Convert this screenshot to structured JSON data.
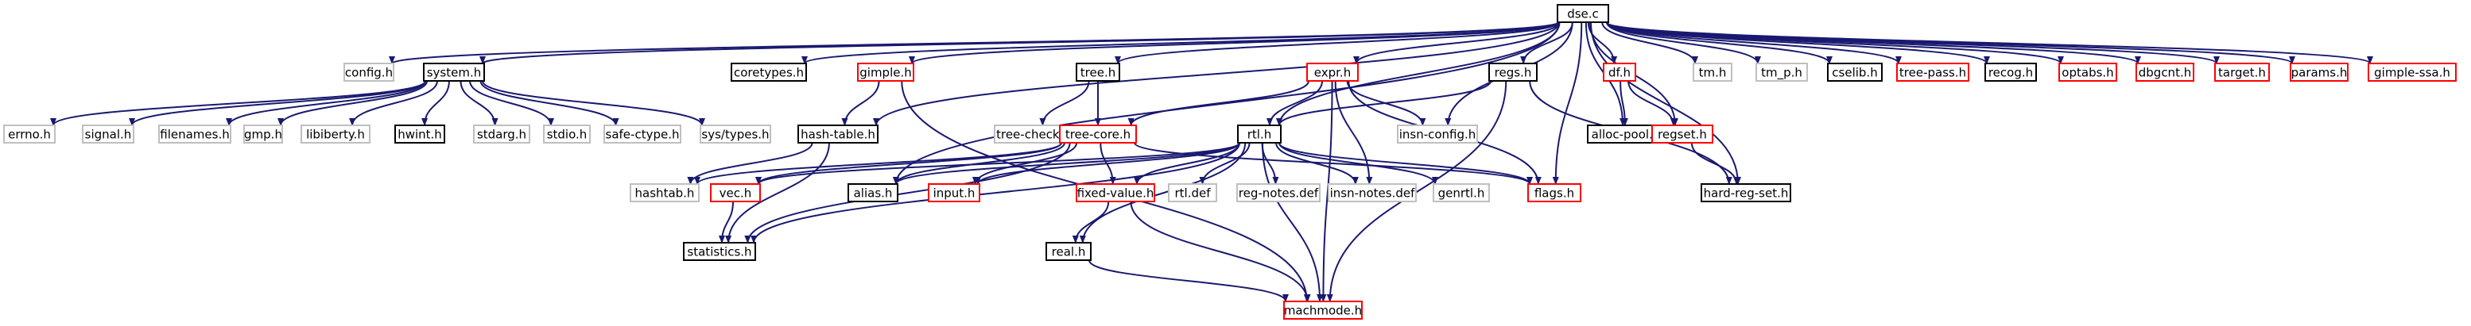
{
  "diagram": {
    "colors": {
      "root_fill": "#bfbfbf",
      "edge": "#191970",
      "border_black": "#000000",
      "border_red": "#ff0000",
      "border_gray": "#bfbfbf"
    },
    "nodes": [
      {
        "id": "dse",
        "label": "dse.c",
        "style": "root"
      },
      {
        "id": "config",
        "label": "config.h",
        "style": "gray"
      },
      {
        "id": "system",
        "label": "system.h",
        "style": "black"
      },
      {
        "id": "coretypes",
        "label": "coretypes.h",
        "style": "black"
      },
      {
        "id": "gimple",
        "label": "gimple.h",
        "style": "red"
      },
      {
        "id": "tree",
        "label": "tree.h",
        "style": "black"
      },
      {
        "id": "expr",
        "label": "expr.h",
        "style": "red"
      },
      {
        "id": "regs",
        "label": "regs.h",
        "style": "black"
      },
      {
        "id": "df",
        "label": "df.h",
        "style": "red"
      },
      {
        "id": "tmh",
        "label": "tm.h",
        "style": "gray"
      },
      {
        "id": "tmp",
        "label": "tm_p.h",
        "style": "gray"
      },
      {
        "id": "cselib",
        "label": "cselib.h",
        "style": "black"
      },
      {
        "id": "treepass",
        "label": "tree-pass.h",
        "style": "red"
      },
      {
        "id": "recog",
        "label": "recog.h",
        "style": "black"
      },
      {
        "id": "optabs",
        "label": "optabs.h",
        "style": "red"
      },
      {
        "id": "dbgcnt",
        "label": "dbgcnt.h",
        "style": "red"
      },
      {
        "id": "target",
        "label": "target.h",
        "style": "red"
      },
      {
        "id": "params",
        "label": "params.h",
        "style": "red"
      },
      {
        "id": "gimplessa",
        "label": "gimple-ssa.h",
        "style": "red"
      },
      {
        "id": "errno",
        "label": "errno.h",
        "style": "gray"
      },
      {
        "id": "signal",
        "label": "signal.h",
        "style": "gray"
      },
      {
        "id": "filenames",
        "label": "filenames.h",
        "style": "gray"
      },
      {
        "id": "gmp",
        "label": "gmp.h",
        "style": "gray"
      },
      {
        "id": "libiberty",
        "label": "libiberty.h",
        "style": "gray"
      },
      {
        "id": "hwint",
        "label": "hwint.h",
        "style": "black"
      },
      {
        "id": "stdarg",
        "label": "stdarg.h",
        "style": "gray"
      },
      {
        "id": "stdio",
        "label": "stdio.h",
        "style": "gray"
      },
      {
        "id": "safectype",
        "label": "safe-ctype.h",
        "style": "gray"
      },
      {
        "id": "systypes",
        "label": "sys/types.h",
        "style": "gray"
      },
      {
        "id": "hashtable",
        "label": "hash-table.h",
        "style": "black"
      },
      {
        "id": "treecheck",
        "label": "tree-check.h",
        "style": "gray"
      },
      {
        "id": "treecore",
        "label": "tree-core.h",
        "style": "red"
      },
      {
        "id": "rtl",
        "label": "rtl.h",
        "style": "black"
      },
      {
        "id": "insnconfig",
        "label": "insn-config.h",
        "style": "gray"
      },
      {
        "id": "allocpool",
        "label": "alloc-pool.h",
        "style": "black"
      },
      {
        "id": "regset",
        "label": "regset.h",
        "style": "red"
      },
      {
        "id": "hashtab",
        "label": "hashtab.h",
        "style": "gray"
      },
      {
        "id": "vec",
        "label": "vec.h",
        "style": "red"
      },
      {
        "id": "alias",
        "label": "alias.h",
        "style": "black"
      },
      {
        "id": "input",
        "label": "input.h",
        "style": "red"
      },
      {
        "id": "fixedvalue",
        "label": "fixed-value.h",
        "style": "red"
      },
      {
        "id": "rtldef",
        "label": "rtl.def",
        "style": "gray"
      },
      {
        "id": "regnotes",
        "label": "reg-notes.def",
        "style": "gray"
      },
      {
        "id": "insnnotes",
        "label": "insn-notes.def",
        "style": "gray"
      },
      {
        "id": "genrtl",
        "label": "genrtl.h",
        "style": "gray"
      },
      {
        "id": "flags",
        "label": "flags.h",
        "style": "red"
      },
      {
        "id": "hardregset",
        "label": "hard-reg-set.h",
        "style": "black"
      },
      {
        "id": "statistics",
        "label": "statistics.h",
        "style": "black"
      },
      {
        "id": "real",
        "label": "real.h",
        "style": "black"
      },
      {
        "id": "machmode",
        "label": "machmode.h",
        "style": "red"
      }
    ],
    "edges": [
      [
        "dse",
        "config"
      ],
      [
        "dse",
        "system"
      ],
      [
        "dse",
        "coretypes"
      ],
      [
        "dse",
        "gimple"
      ],
      [
        "dse",
        "tree"
      ],
      [
        "dse",
        "expr"
      ],
      [
        "dse",
        "regs"
      ],
      [
        "dse",
        "df"
      ],
      [
        "dse",
        "tmh"
      ],
      [
        "dse",
        "tmp"
      ],
      [
        "dse",
        "cselib"
      ],
      [
        "dse",
        "treepass"
      ],
      [
        "dse",
        "recog"
      ],
      [
        "dse",
        "optabs"
      ],
      [
        "dse",
        "dbgcnt"
      ],
      [
        "dse",
        "target"
      ],
      [
        "dse",
        "params"
      ],
      [
        "dse",
        "gimplessa"
      ],
      [
        "dse",
        "hashtable"
      ],
      [
        "dse",
        "rtl"
      ],
      [
        "dse",
        "alias"
      ],
      [
        "dse",
        "insnconfig"
      ],
      [
        "dse",
        "flags"
      ],
      [
        "dse",
        "allocpool"
      ],
      [
        "dse",
        "regset"
      ],
      [
        "dse",
        "hardregset"
      ],
      [
        "system",
        "errno"
      ],
      [
        "system",
        "signal"
      ],
      [
        "system",
        "filenames"
      ],
      [
        "system",
        "gmp"
      ],
      [
        "system",
        "libiberty"
      ],
      [
        "system",
        "hwint"
      ],
      [
        "system",
        "stdarg"
      ],
      [
        "system",
        "stdio"
      ],
      [
        "system",
        "safectype"
      ],
      [
        "system",
        "systypes"
      ],
      [
        "gimple",
        "hashtable"
      ],
      [
        "gimple",
        "machmode"
      ],
      [
        "tree",
        "treecheck"
      ],
      [
        "tree",
        "treecore"
      ],
      [
        "hashtable",
        "hashtab"
      ],
      [
        "hashtable",
        "statistics"
      ],
      [
        "treecore",
        "hashtab"
      ],
      [
        "treecore",
        "vec"
      ],
      [
        "treecore",
        "alias"
      ],
      [
        "treecore",
        "input"
      ],
      [
        "treecore",
        "fixedvalue"
      ],
      [
        "treecore",
        "flags"
      ],
      [
        "treecore",
        "statistics"
      ],
      [
        "expr",
        "rtl"
      ],
      [
        "expr",
        "treecore"
      ],
      [
        "expr",
        "insnconfig"
      ],
      [
        "expr",
        "flags"
      ],
      [
        "expr",
        "insnnotes"
      ],
      [
        "expr",
        "machmode"
      ],
      [
        "regs",
        "rtl"
      ],
      [
        "regs",
        "hardregset"
      ],
      [
        "regs",
        "machmode"
      ],
      [
        "rtl",
        "vec"
      ],
      [
        "rtl",
        "alias"
      ],
      [
        "rtl",
        "input"
      ],
      [
        "rtl",
        "fixedvalue"
      ],
      [
        "rtl",
        "rtldef"
      ],
      [
        "rtl",
        "regnotes"
      ],
      [
        "rtl",
        "insnnotes"
      ],
      [
        "rtl",
        "genrtl"
      ],
      [
        "rtl",
        "flags"
      ],
      [
        "rtl",
        "real"
      ],
      [
        "rtl",
        "statistics"
      ],
      [
        "rtl",
        "machmode"
      ],
      [
        "df",
        "allocpool"
      ],
      [
        "df",
        "regset"
      ],
      [
        "regset",
        "hardregset"
      ],
      [
        "vec",
        "statistics"
      ],
      [
        "fixedvalue",
        "real"
      ],
      [
        "fixedvalue",
        "machmode"
      ],
      [
        "real",
        "machmode"
      ]
    ]
  }
}
